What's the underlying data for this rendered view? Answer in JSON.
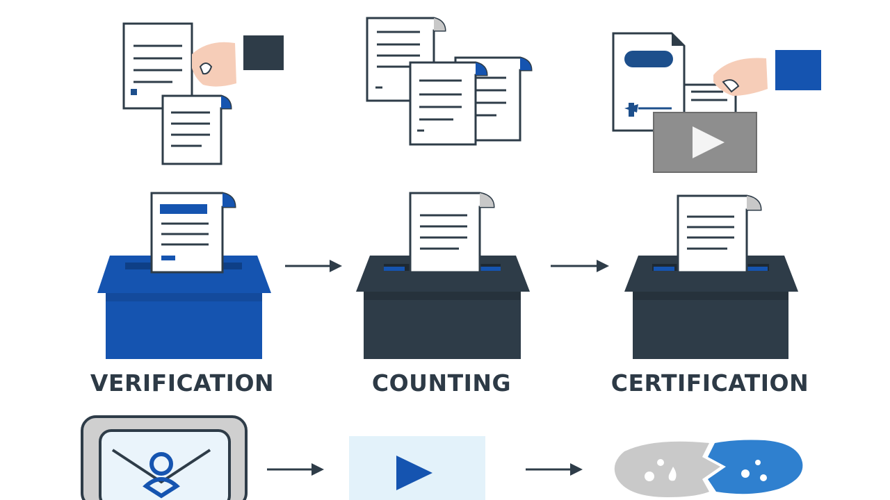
{
  "colors": {
    "navy": "#2e3c48",
    "blue": "#1554b0",
    "paper": "#ffffff",
    "gray": "#8a8a8a",
    "light_gray": "#c8c8c8",
    "skin": "#f6cdb8",
    "light_blue_panel": "#e3f2fa"
  },
  "stages": [
    {
      "id": "verification",
      "label": "VERIFICATION"
    },
    {
      "id": "counting",
      "label": "COUNTING"
    },
    {
      "id": "certification",
      "label": "CERTIFICATION"
    }
  ]
}
